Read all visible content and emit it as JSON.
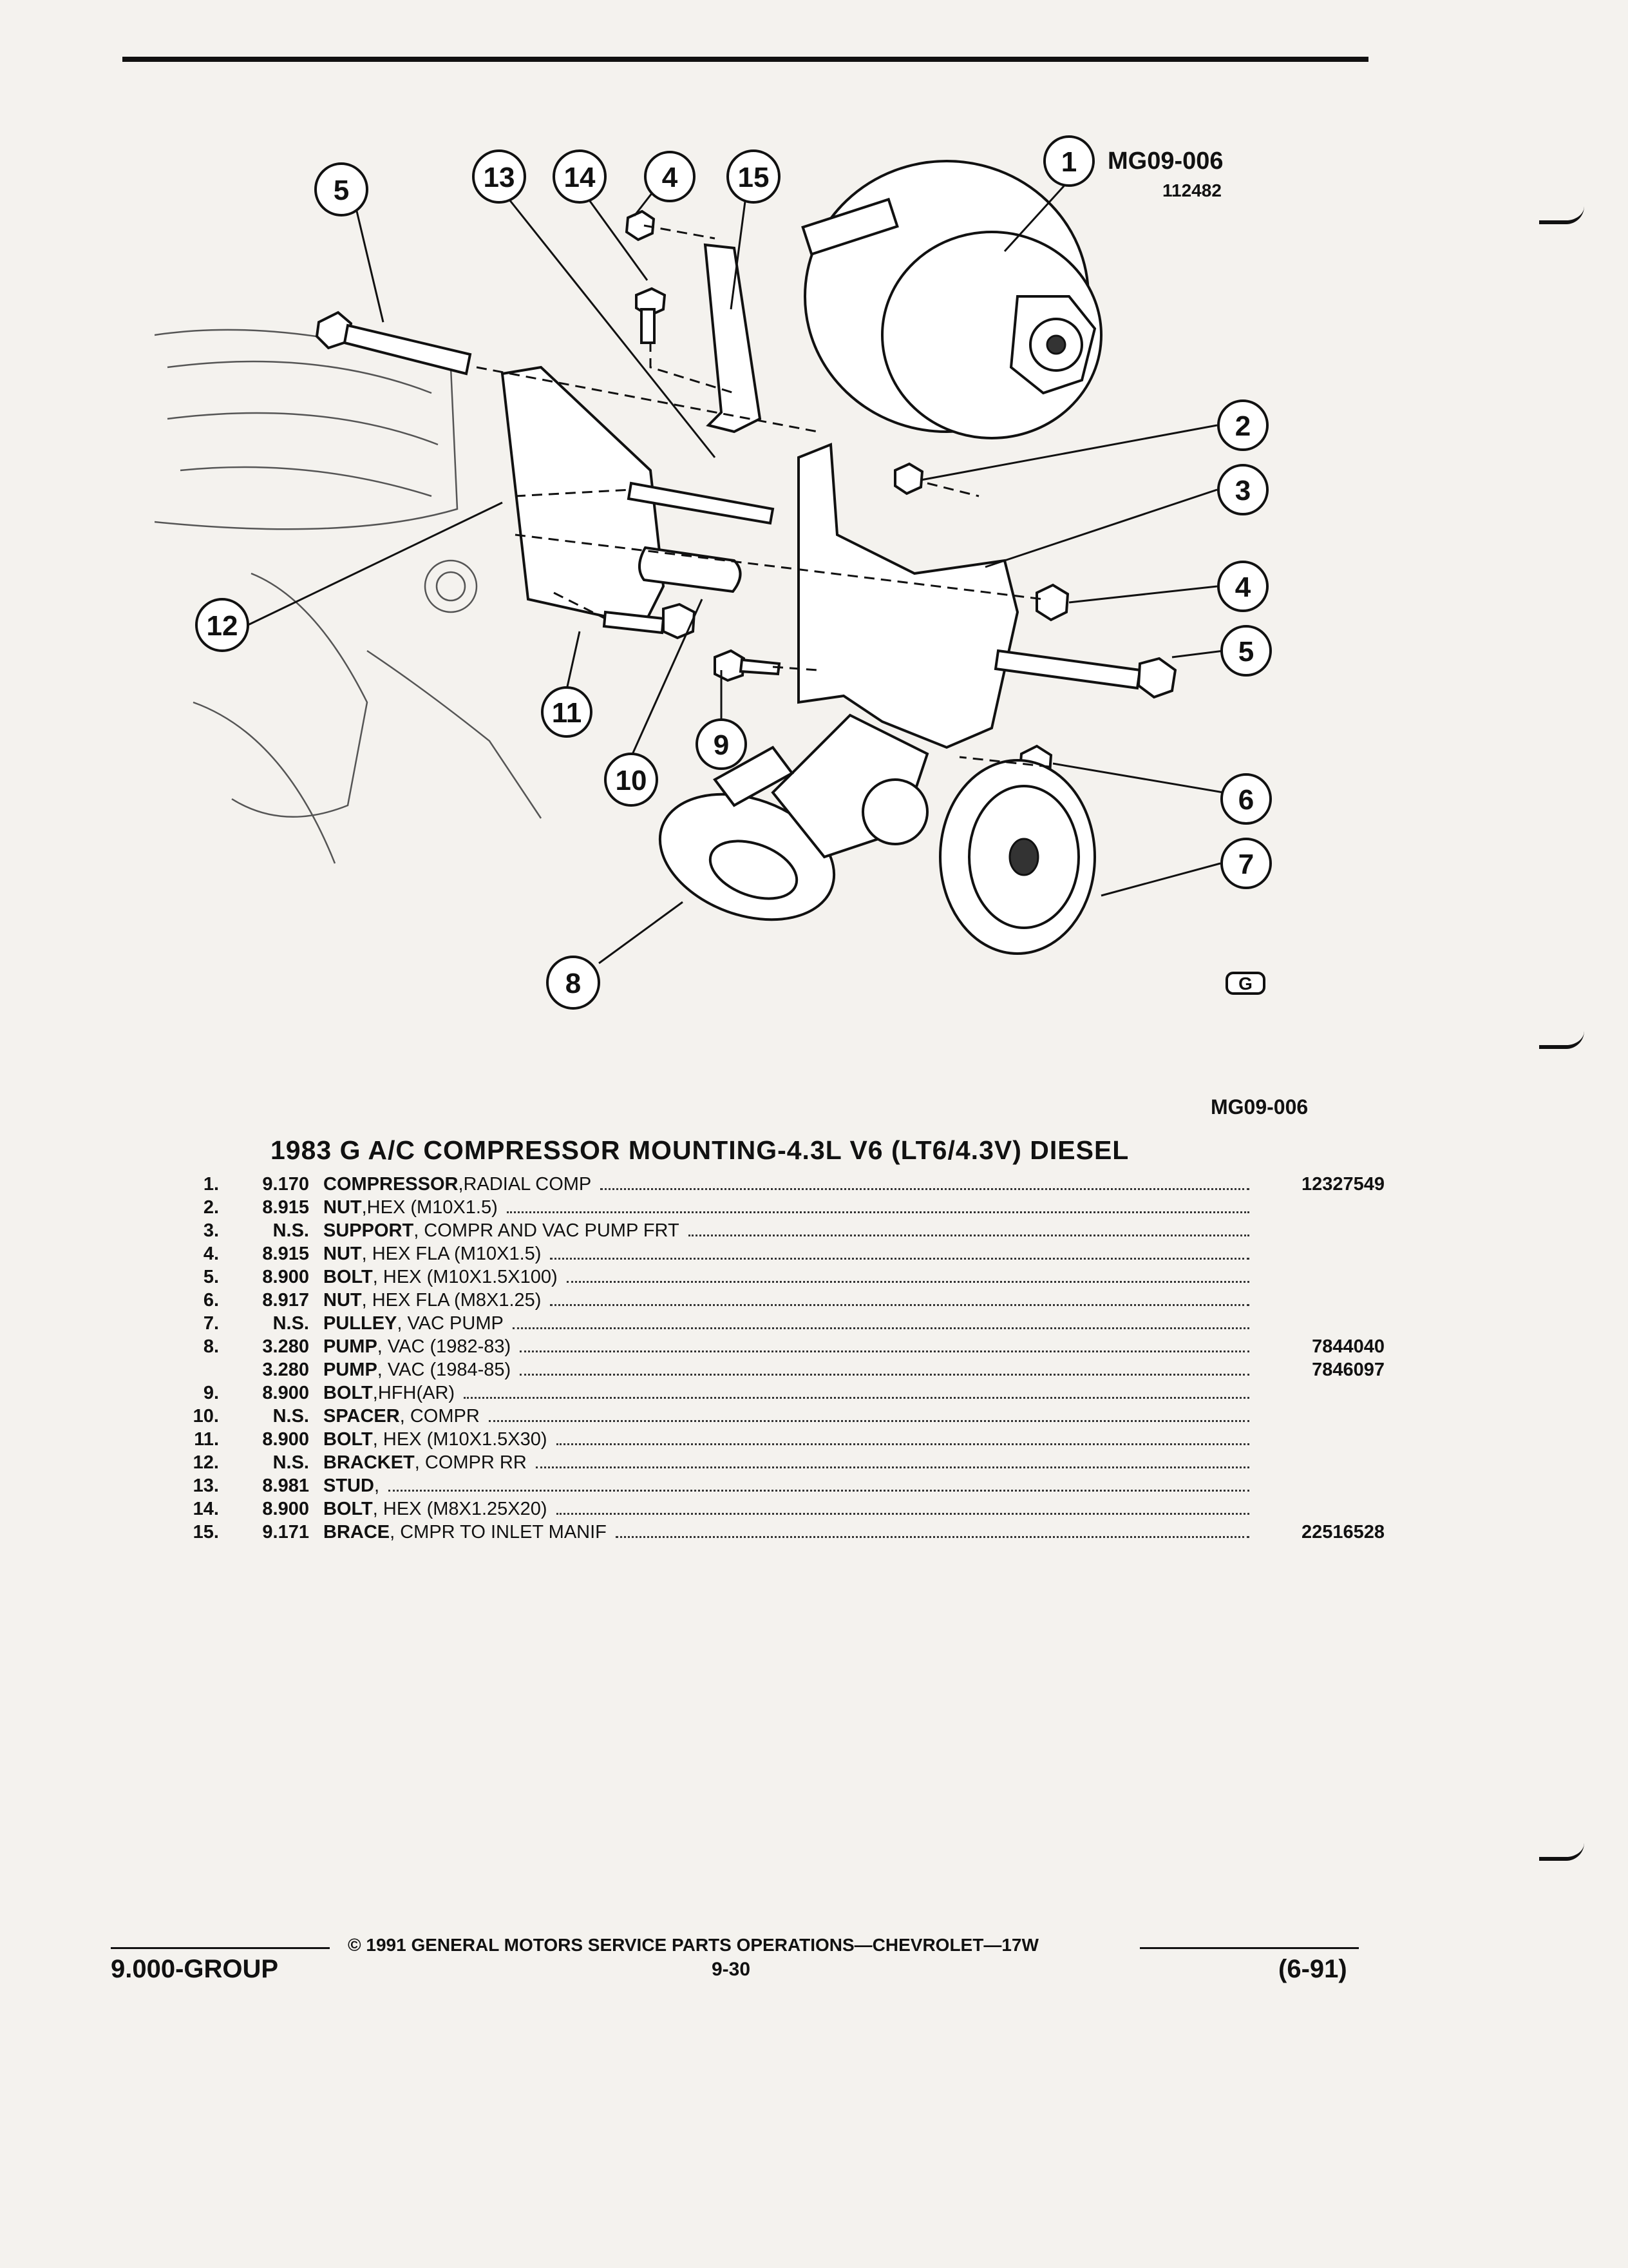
{
  "diagram": {
    "ref_code": "MG09-006",
    "ref_number": "112482",
    "callouts": [
      "1",
      "2",
      "3",
      "4",
      "4",
      "5",
      "5",
      "6",
      "7",
      "8",
      "9",
      "10",
      "11",
      "12",
      "13",
      "14",
      "15"
    ],
    "logo_mark": "G"
  },
  "caption_ref": "MG09-006",
  "title": "1983 G A/C COMPRESSOR MOUNTING-4.3L V6 (LT6/4.3V) DIESEL",
  "parts": [
    {
      "item": "1.",
      "code": "9.170",
      "name": "COMPRESSOR",
      "rest": " ,RADIAL COMP",
      "pn": "12327549"
    },
    {
      "item": "2.",
      "code": "8.915",
      "name": "NUT",
      "rest": " ,HEX (M10X1.5)",
      "pn": ""
    },
    {
      "item": "3.",
      "code": "N.S.",
      "name": "SUPPORT",
      "rest": " , COMPR AND VAC PUMP FRT",
      "pn": ""
    },
    {
      "item": "4.",
      "code": "8.915",
      "name": "NUT",
      "rest": " , HEX FLA (M10X1.5)",
      "pn": ""
    },
    {
      "item": "5.",
      "code": "8.900",
      "name": "BOLT",
      "rest": " , HEX (M10X1.5X100)",
      "pn": ""
    },
    {
      "item": "6.",
      "code": "8.917",
      "name": "NUT",
      "rest": " , HEX FLA (M8X1.25)",
      "pn": ""
    },
    {
      "item": "7.",
      "code": "N.S.",
      "name": "PULLEY",
      "rest": " , VAC PUMP",
      "pn": ""
    },
    {
      "item": "8.",
      "code": "3.280",
      "name": "PUMP",
      "rest": " , VAC (1982-83)",
      "pn": "7844040"
    },
    {
      "item": "",
      "code": "3.280",
      "name": "PUMP",
      "rest": " , VAC (1984-85)",
      "pn": "7846097"
    },
    {
      "item": "9.",
      "code": "8.900",
      "name": "BOLT",
      "rest": " ,HFH(AR)",
      "pn": ""
    },
    {
      "item": "10.",
      "code": "N.S.",
      "name": "SPACER",
      "rest": " , COMPR",
      "pn": ""
    },
    {
      "item": "11.",
      "code": "8.900",
      "name": "BOLT",
      "rest": " , HEX (M10X1.5X30)",
      "pn": ""
    },
    {
      "item": "12.",
      "code": "N.S.",
      "name": "BRACKET",
      "rest": " , COMPR RR",
      "pn": ""
    },
    {
      "item": "13.",
      "code": "8.981",
      "name": "STUD",
      "rest": " ,",
      "pn": ""
    },
    {
      "item": "14.",
      "code": "8.900",
      "name": "BOLT",
      "rest": " , HEX (M8X1.25X20)",
      "pn": ""
    },
    {
      "item": "15.",
      "code": "9.171",
      "name": "BRACE",
      "rest": " , CMPR TO INLET MANIF",
      "pn": "22516528"
    }
  ],
  "footer": {
    "copyright": "© 1991 GENERAL MOTORS SERVICE PARTS OPERATIONS—CHEVROLET—17W",
    "group": "9.000-GROUP",
    "page": "9-30",
    "date": "(6-91)"
  }
}
